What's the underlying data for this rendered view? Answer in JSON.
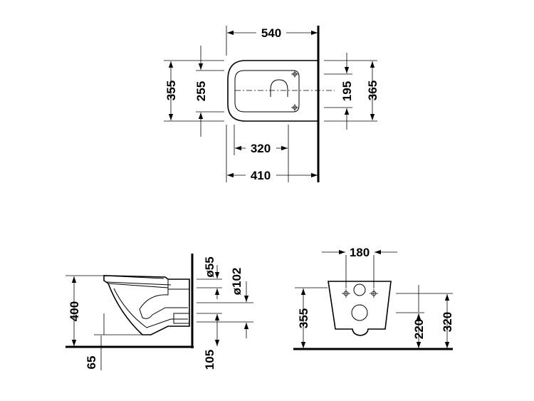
{
  "top_view": {
    "width_overall": "540",
    "depth_outer": "355",
    "depth_inner": "255",
    "fixing_spacing": "195",
    "depth_total": "365",
    "bowl_length": "320",
    "seat_length": "410"
  },
  "side_view": {
    "height_rim": "400",
    "pan_offset": "65",
    "waste_diameter": "ø55",
    "outlet_diameter": "ø102",
    "outlet_height": "105"
  },
  "rear_view": {
    "fixing_width": "180",
    "rim_height": "355",
    "fixing_height": "320",
    "outlet_centre_height": "220"
  }
}
